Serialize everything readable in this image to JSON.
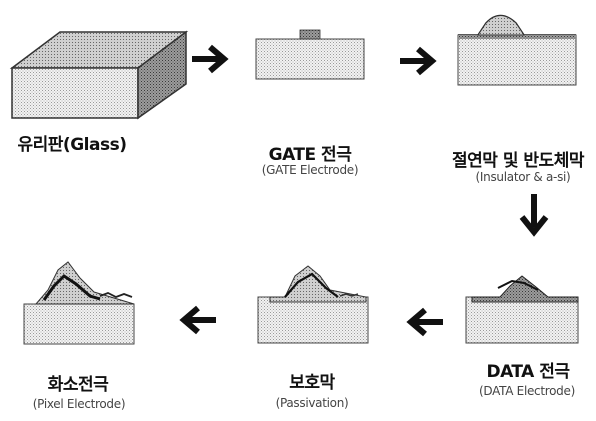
{
  "steps": [
    {
      "title": "유리판(Glass)",
      "subtitle": ""
    },
    {
      "title": "GATE 전극",
      "subtitle": "(GATE Electrode)"
    },
    {
      "title": "절연막 및 반도체막",
      "subtitle": "(Insulator & a-si)"
    },
    {
      "title": "DATA 전극",
      "subtitle": "(DATA Electrode)"
    },
    {
      "title": "보호막",
      "subtitle": "(Passivation)"
    },
    {
      "title": "화소전극",
      "subtitle": "(Pixel Electrode)"
    }
  ],
  "arrows": [
    {
      "from": 0,
      "to": 1,
      "direction": "right"
    },
    {
      "from": 1,
      "to": 2,
      "direction": "right"
    },
    {
      "from": 2,
      "to": 3,
      "direction": "down"
    },
    {
      "from": 3,
      "to": 4,
      "direction": "left"
    },
    {
      "from": 4,
      "to": 5,
      "direction": "left"
    }
  ],
  "colors": {
    "layer_fill": "#e6e6e6",
    "layer_stroke": "#555555",
    "dark_layer": "#8a8a8a",
    "arrow": "#111111"
  }
}
